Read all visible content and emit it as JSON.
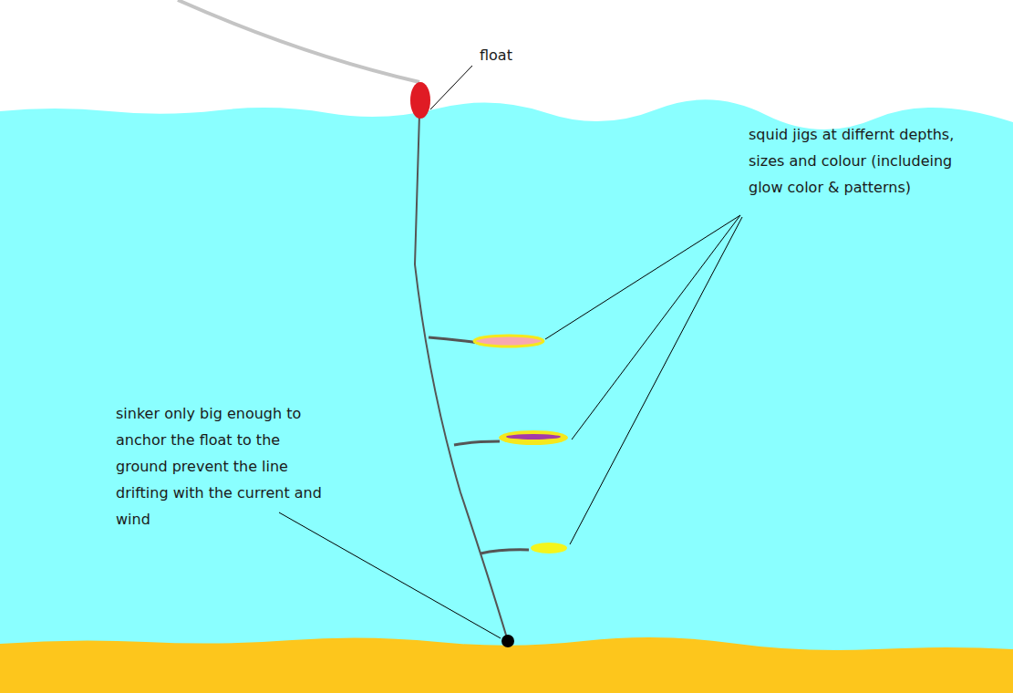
{
  "diagram": {
    "labels": [
      "float",
      "squid jigs at differnt depths, sizes and colour (includeing glow color & patterns)",
      "sinker only big enough to anchor the float to the ground prevent the line drifting with the current and wind"
    ]
  }
}
